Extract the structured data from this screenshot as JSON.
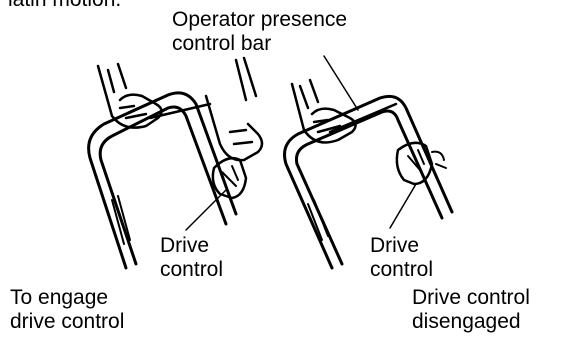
{
  "labels": {
    "top_cut": "latin motion.",
    "operator_presence": [
      "Operator presence",
      "control bar"
    ],
    "drive_control_left": [
      "Drive",
      "control"
    ],
    "drive_control_right": [
      "Drive",
      "control"
    ],
    "to_engage": [
      "To engage",
      "drive control"
    ],
    "disengaged": [
      "Drive control",
      "disengaged"
    ]
  },
  "colors": {
    "ink": "#000000",
    "background": "#ffffff"
  }
}
